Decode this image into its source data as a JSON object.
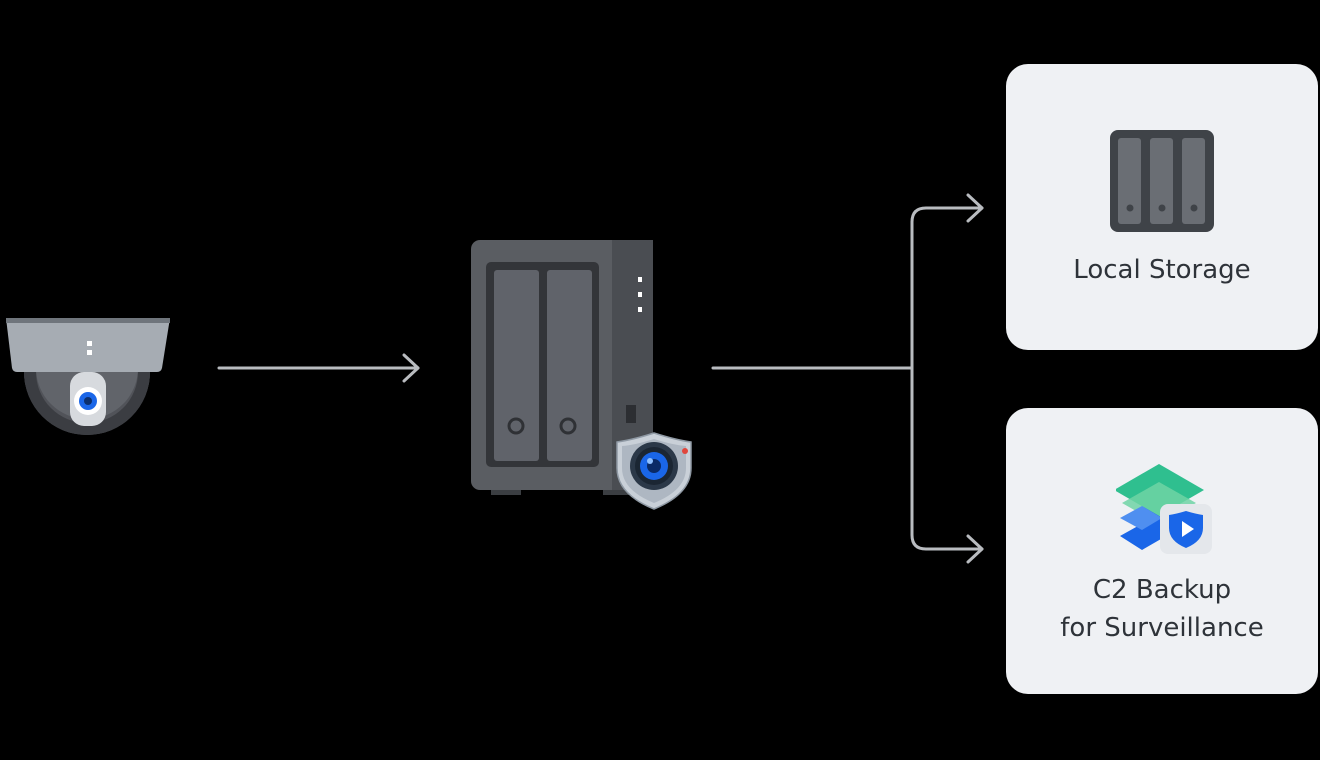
{
  "diagram": {
    "nodes": {
      "camera": {
        "name": "dome-camera",
        "icon": "dome-camera-icon"
      },
      "nas": {
        "name": "nas-server",
        "icon": "nas-with-surveillance-shield-icon"
      },
      "local_storage": {
        "label": "Local Storage",
        "icon": "drive-bays-icon"
      },
      "c2_backup": {
        "label_line1": "C2 Backup",
        "label_line2": "for Surveillance",
        "icon": "c2-backup-surveillance-icon"
      }
    },
    "edges": [
      {
        "from": "camera",
        "to": "nas"
      },
      {
        "from": "nas",
        "to": "local_storage"
      },
      {
        "from": "nas",
        "to": "c2_backup"
      }
    ],
    "colors": {
      "background": "#000000",
      "connector": "#b9bcc0",
      "card": "#eff1f4",
      "text": "#2e3339",
      "nas_body": "#55585d",
      "accent_blue": "#1a66e8",
      "c2_green": "#2fbf8f"
    }
  }
}
